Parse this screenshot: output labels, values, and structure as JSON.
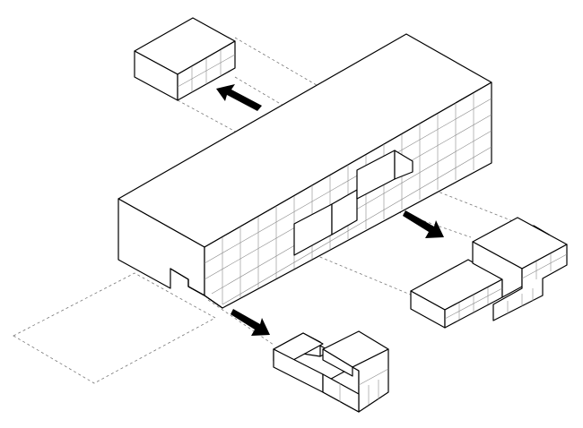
{
  "diagram": {
    "kind": "exploded axonometric massing diagram",
    "colors": {
      "line": "#000000",
      "grid": "#8a8a8a",
      "ghost": "#777777",
      "background": "#ffffff"
    },
    "parts": [
      {
        "id": "main-block",
        "role": "main building volume"
      },
      {
        "id": "block-top-left",
        "role": "extracted volume"
      },
      {
        "id": "block-right",
        "role": "extracted stepped volume"
      },
      {
        "id": "block-bottom",
        "role": "extracted L-shaped volume"
      }
    ],
    "arrows": [
      {
        "id": "arrow-to-top-left",
        "direction": "up-left"
      },
      {
        "id": "arrow-to-right",
        "direction": "down-right"
      },
      {
        "id": "arrow-to-bottom",
        "direction": "down-right"
      }
    ]
  }
}
